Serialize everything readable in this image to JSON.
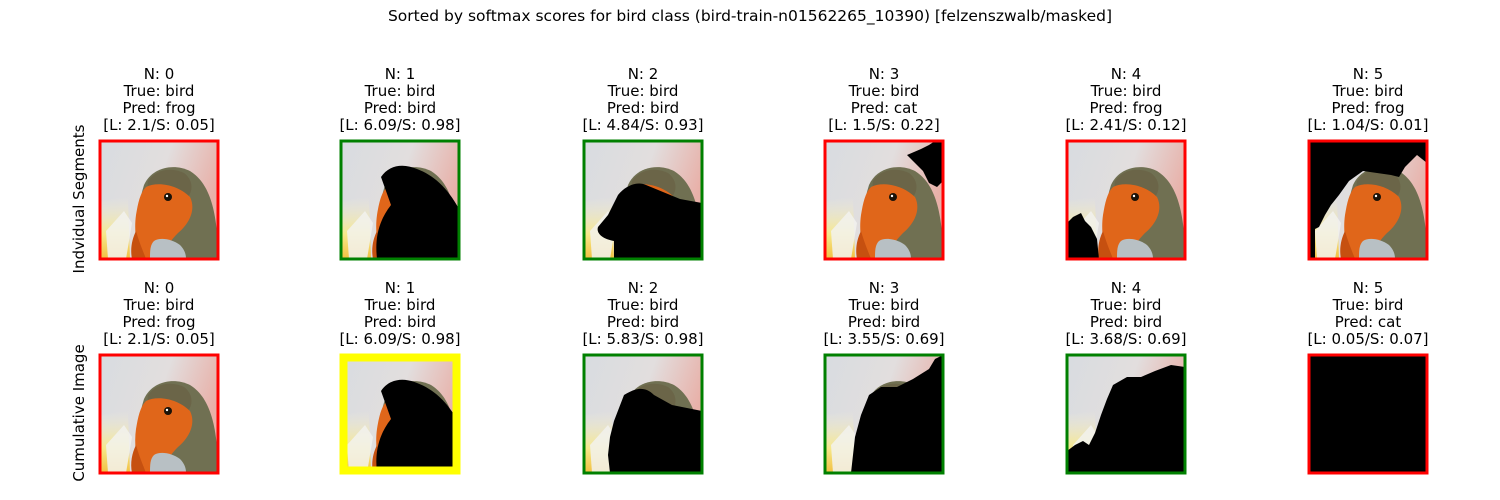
{
  "figure": {
    "title": "Sorted by softmax scores for bird class (bird-train-n01562265_10390) [felzenszwalb/masked]",
    "row_labels": [
      "Indvidual Segments",
      "Cumulative Image"
    ]
  },
  "colors": {
    "correct": "#008000",
    "wrong": "#ff0000",
    "highlight": "#ffff00",
    "mask": "#000000"
  },
  "chart_data": {
    "type": "image-grid",
    "rows": [
      {
        "label": "Indvidual Segments",
        "panels": [
          {
            "n": "N: 0",
            "true_label": "True: bird",
            "pred": "Pred: frog",
            "scores": "[L: 2.1/S: 0.05]",
            "logit": 2.1,
            "softmax": 0.05,
            "status": "wrong",
            "highlight": false
          },
          {
            "n": "N: 1",
            "true_label": "True: bird",
            "pred": "Pred: bird",
            "scores": "[L: 6.09/S: 0.98]",
            "logit": 6.09,
            "softmax": 0.98,
            "status": "correct",
            "highlight": false
          },
          {
            "n": "N: 2",
            "true_label": "True: bird",
            "pred": "Pred: bird",
            "scores": "[L: 4.84/S: 0.93]",
            "logit": 4.84,
            "softmax": 0.93,
            "status": "correct",
            "highlight": false
          },
          {
            "n": "N: 3",
            "true_label": "True: bird",
            "pred": "Pred: cat",
            "scores": "[L: 1.5/S: 0.22]",
            "logit": 1.5,
            "softmax": 0.22,
            "status": "wrong",
            "highlight": false
          },
          {
            "n": "N: 4",
            "true_label": "True: bird",
            "pred": "Pred: frog",
            "scores": "[L: 2.41/S: 0.12]",
            "logit": 2.41,
            "softmax": 0.12,
            "status": "wrong",
            "highlight": false
          },
          {
            "n": "N: 5",
            "true_label": "True: bird",
            "pred": "Pred: frog",
            "scores": "[L: 1.04/S: 0.01]",
            "logit": 1.04,
            "softmax": 0.01,
            "status": "wrong",
            "highlight": false
          }
        ]
      },
      {
        "label": "Cumulative Image",
        "panels": [
          {
            "n": "N: 0",
            "true_label": "True: bird",
            "pred": "Pred: frog",
            "scores": "[L: 2.1/S: 0.05]",
            "logit": 2.1,
            "softmax": 0.05,
            "status": "wrong",
            "highlight": false
          },
          {
            "n": "N: 1",
            "true_label": "True: bird",
            "pred": "Pred: bird",
            "scores": "[L: 6.09/S: 0.98]",
            "logit": 6.09,
            "softmax": 0.98,
            "status": "correct",
            "highlight": true
          },
          {
            "n": "N: 2",
            "true_label": "True: bird",
            "pred": "Pred: bird",
            "scores": "[L: 5.83/S: 0.98]",
            "logit": 5.83,
            "softmax": 0.98,
            "status": "correct",
            "highlight": false
          },
          {
            "n": "N: 3",
            "true_label": "True: bird",
            "pred": "Pred: bird",
            "scores": "[L: 3.55/S: 0.69]",
            "logit": 3.55,
            "softmax": 0.69,
            "status": "correct",
            "highlight": false
          },
          {
            "n": "N: 4",
            "true_label": "True: bird",
            "pred": "Pred: bird",
            "scores": "[L: 3.68/S: 0.69]",
            "logit": 3.68,
            "softmax": 0.69,
            "status": "correct",
            "highlight": false
          },
          {
            "n": "N: 5",
            "true_label": "True: bird",
            "pred": "Pred: cat",
            "scores": "[L: 0.05/S: 0.07]",
            "logit": 0.05,
            "softmax": 0.07,
            "status": "wrong",
            "highlight": false
          }
        ]
      }
    ]
  }
}
